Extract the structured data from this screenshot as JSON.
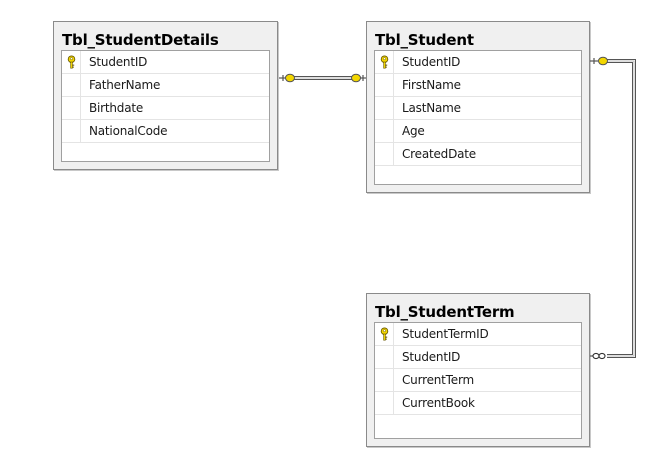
{
  "diagram": {
    "tables": [
      {
        "id": "studentdetails",
        "title": "Tbl_StudentDetails",
        "columns": [
          {
            "name": "StudentID",
            "key": true
          },
          {
            "name": "FatherName",
            "key": false
          },
          {
            "name": "Birthdate",
            "key": false
          },
          {
            "name": "NationalCode",
            "key": false
          }
        ]
      },
      {
        "id": "student",
        "title": "Tbl_Student",
        "columns": [
          {
            "name": "StudentID",
            "key": true
          },
          {
            "name": "FirstName",
            "key": false
          },
          {
            "name": "LastName",
            "key": false
          },
          {
            "name": "Age",
            "key": false
          },
          {
            "name": "CreatedDate",
            "key": false
          }
        ]
      },
      {
        "id": "studentterm",
        "title": "Tbl_StudentTerm",
        "columns": [
          {
            "name": "StudentTermID",
            "key": true
          },
          {
            "name": "StudentID",
            "key": false
          },
          {
            "name": "CurrentTerm",
            "key": false
          },
          {
            "name": "CurrentBook",
            "key": false
          }
        ]
      }
    ],
    "relationships": [
      {
        "from": "studentdetails",
        "to": "student",
        "from_end": "one",
        "to_end": "one"
      },
      {
        "from": "student",
        "to": "studentterm",
        "from_end": "one",
        "to_end": "many"
      }
    ],
    "colors": {
      "key_icon": "#f2d600",
      "connector": "#555555",
      "table_frame": "#f0f0f0",
      "table_border": "#8a8a8a"
    },
    "icons": {
      "primary_key": "key-icon",
      "relationship_one": "one-end-icon",
      "relationship_many": "infinity-icon"
    }
  }
}
